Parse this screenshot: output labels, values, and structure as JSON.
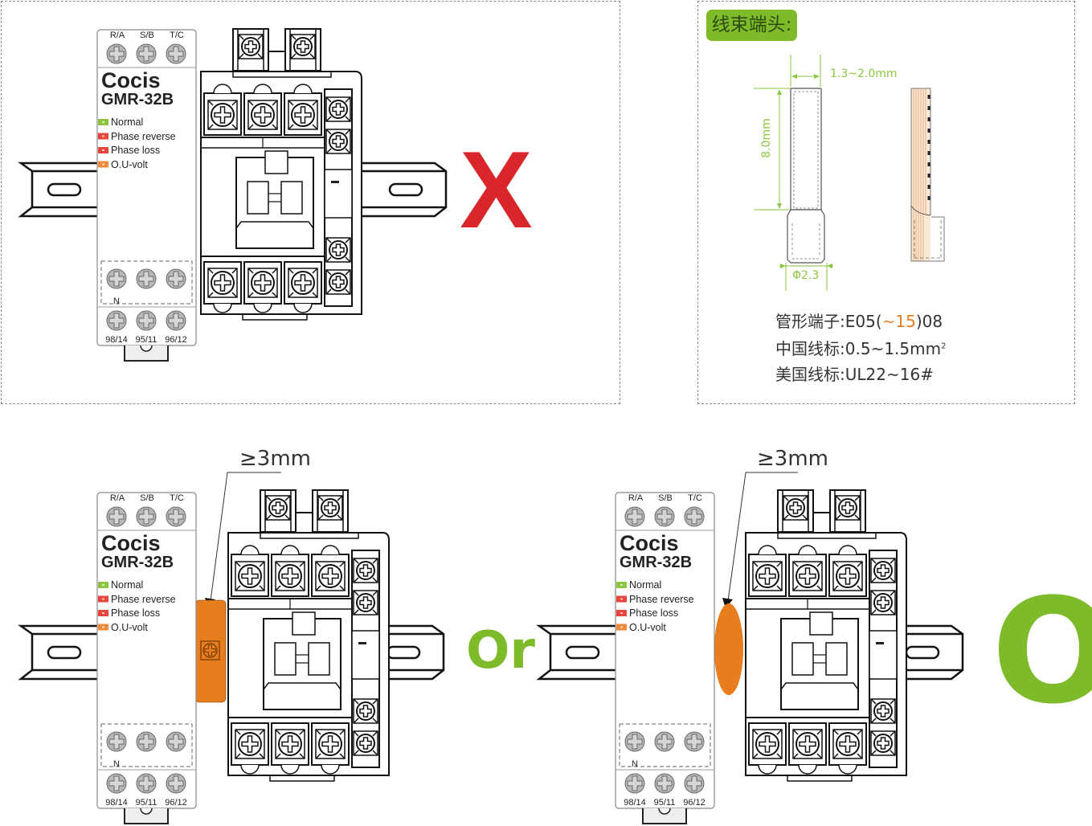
{
  "colors": {
    "wrong_mark": "#d8262a",
    "ok_mark": "#7dbb2b",
    "spacer": "#e87d1e",
    "dimension": "#8cc63f",
    "title_badge": "#7dbb2b",
    "led_normal": "#8cc63f",
    "led_alarm": "#e8453c",
    "led_volt": "#ef8a3a"
  },
  "relay": {
    "brand": "Cocis",
    "model": "GMR-32B",
    "top_terminals": [
      "R/A",
      "S/B",
      "T/C"
    ],
    "neutral_label": "N",
    "bottom_terminals": [
      "98/14",
      "95/11",
      "96/12"
    ],
    "indicators": [
      {
        "label": "Normal",
        "color_key": "led_normal"
      },
      {
        "label": "Phase reverse",
        "color_key": "led_alarm"
      },
      {
        "label": "Phase loss",
        "color_key": "led_alarm"
      },
      {
        "label": "O.U-volt",
        "color_key": "led_volt"
      }
    ]
  },
  "scenarios": [
    {
      "id": "no-gap",
      "verdict": "X",
      "verdict_meaning": "incorrect",
      "spacer": "none"
    },
    {
      "id": "end-stop-spacer",
      "verdict": "",
      "gap_label": "≥3mm",
      "spacer": "end-stop"
    },
    {
      "id": "oval-spacer",
      "verdict": "O",
      "verdict_meaning": "correct",
      "gap_label": "≥3mm",
      "spacer": "oval"
    }
  ],
  "connector_word": "Or",
  "ferrule": {
    "title": "线束端头:",
    "width_dim": "1.3~2.0mm",
    "length_dim": "8.0mm",
    "diameter_dim": "Φ2.3",
    "specs": [
      {
        "label": "管形端子:",
        "value_pre": "E05(",
        "value_hl": "~15",
        "value_post": ")08"
      },
      {
        "label": "中国线标:",
        "value_pre": "0.5~1.5mm",
        "value_sup": "2"
      },
      {
        "label": "美国线标:",
        "value_pre": "UL22~16#"
      }
    ]
  }
}
